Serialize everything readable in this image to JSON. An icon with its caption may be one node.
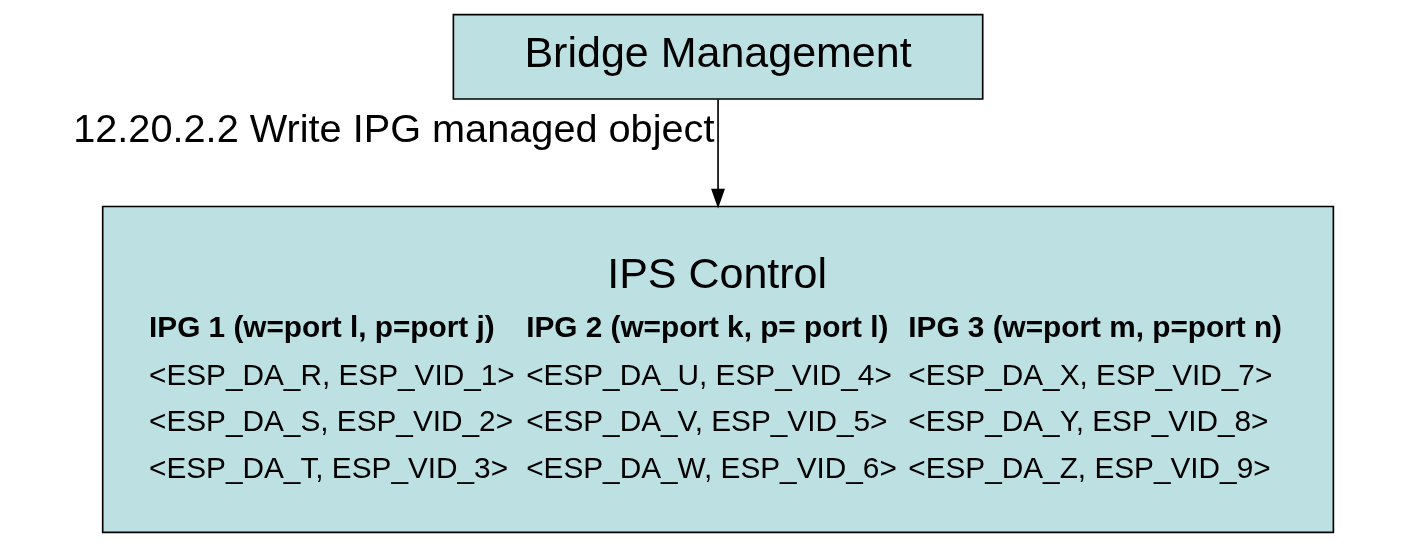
{
  "diagram": {
    "nodes": [
      {
        "text": [
          "Bridge Management"
        ]
      },
      {
        "text": [
          "IPS Control",
          "IPG 1 (w=port l, p=port j)",
          "<ESP_DA_R, ESP_VID_1>",
          "<ESP_DA_S, ESP_VID_2>",
          "<ESP_DA_T, ESP_VID_3>",
          "IPG 2 (w=port k, p= port l)",
          "<ESP_DA_U, ESP_VID_4>",
          "<ESP_DA_V, ESP_VID_5>",
          "<ESP_DA_W, ESP_VID_6>",
          "IPG 3 (w=port m, p=port n)",
          "<ESP_DA_X, ESP_VID_7>",
          "<ESP_DA_Y, ESP_VID_8>",
          "<ESP_DA_Z, ESP_VID_9>"
        ]
      }
    ],
    "edges": [
      {
        "from": 0,
        "to": 1,
        "arrow": "to",
        "label": "12.20.2.2 Write IPG managed object"
      }
    ]
  }
}
